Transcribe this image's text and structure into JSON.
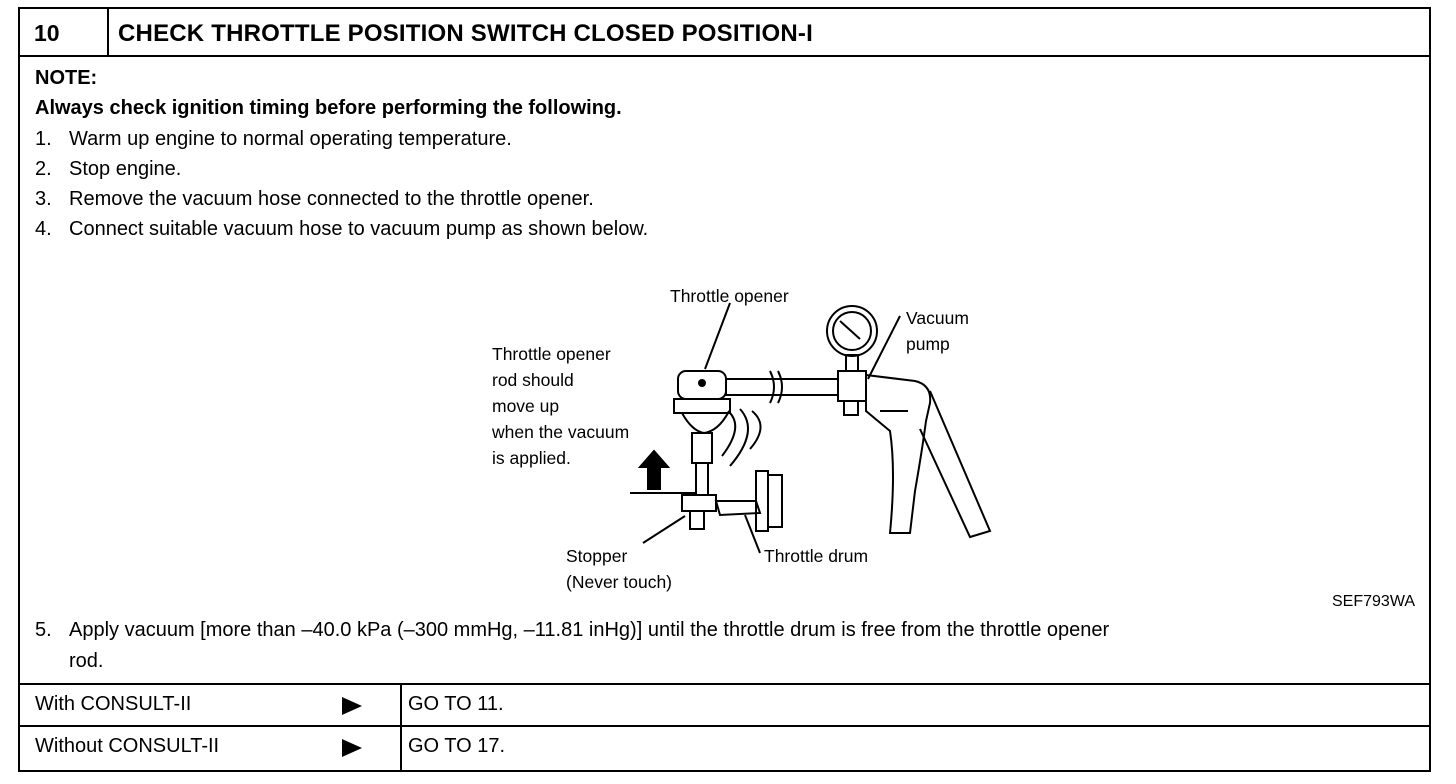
{
  "step": {
    "number": "10",
    "title": "CHECK THROTTLE POSITION SWITCH CLOSED POSITION-I"
  },
  "note": {
    "heading": "NOTE:",
    "warning": "Always check ignition timing before performing the following."
  },
  "steps": [
    {
      "num": "1.",
      "text": "Warm up engine to normal operating temperature."
    },
    {
      "num": "2.",
      "text": "Stop engine."
    },
    {
      "num": "3.",
      "text": "Remove the vacuum hose connected to the throttle opener."
    },
    {
      "num": "4.",
      "text": "Connect suitable vacuum hose to vacuum pump as shown below."
    }
  ],
  "figure": {
    "labels": {
      "throttle_opener": "Throttle opener",
      "vacuum_pump_1": "Vacuum",
      "vacuum_pump_2": "pump",
      "rod_note_1": "Throttle opener",
      "rod_note_2": "rod should",
      "rod_note_3": "move up",
      "rod_note_4": "when the vacuum",
      "rod_note_5": "is applied.",
      "stopper_1": "Stopper",
      "stopper_2": "(Never touch)",
      "throttle_drum": "Throttle drum"
    },
    "code": "SEF793WA"
  },
  "step5": {
    "num": "5.",
    "line1": "Apply vacuum [more than –40.0 kPa (–300 mmHg, –11.81 inHg)] until the throttle drum is free from the throttle opener",
    "line2": "rod."
  },
  "results": [
    {
      "condition": "With CONSULT-II",
      "icon": "right-triangle-icon",
      "action": "GO TO 11."
    },
    {
      "condition": "Without CONSULT-II",
      "icon": "right-triangle-icon",
      "action": "GO TO 17."
    }
  ]
}
